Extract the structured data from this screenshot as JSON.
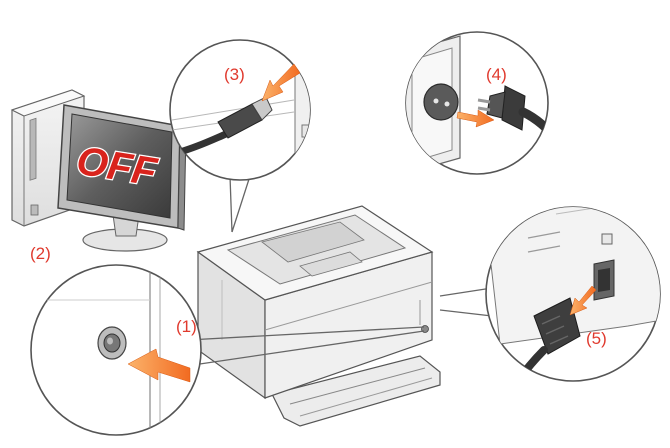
{
  "labels": {
    "step1": "(1)",
    "step2": "(2)",
    "step3": "(3)",
    "step4": "(4)",
    "step5": "(5)",
    "monitor_text": "OFF"
  },
  "colors": {
    "label": "#e03a2e",
    "arrow": "#f26b21",
    "off_text": "#d9231c",
    "outline": "#555555"
  },
  "icons": {
    "computer": "desktop-computer-icon",
    "printer": "printer-icon",
    "usb": "usb-cable-icon",
    "power_plug": "power-plug-icon",
    "power_cord": "power-cord-icon",
    "power_button": "power-button-icon"
  }
}
